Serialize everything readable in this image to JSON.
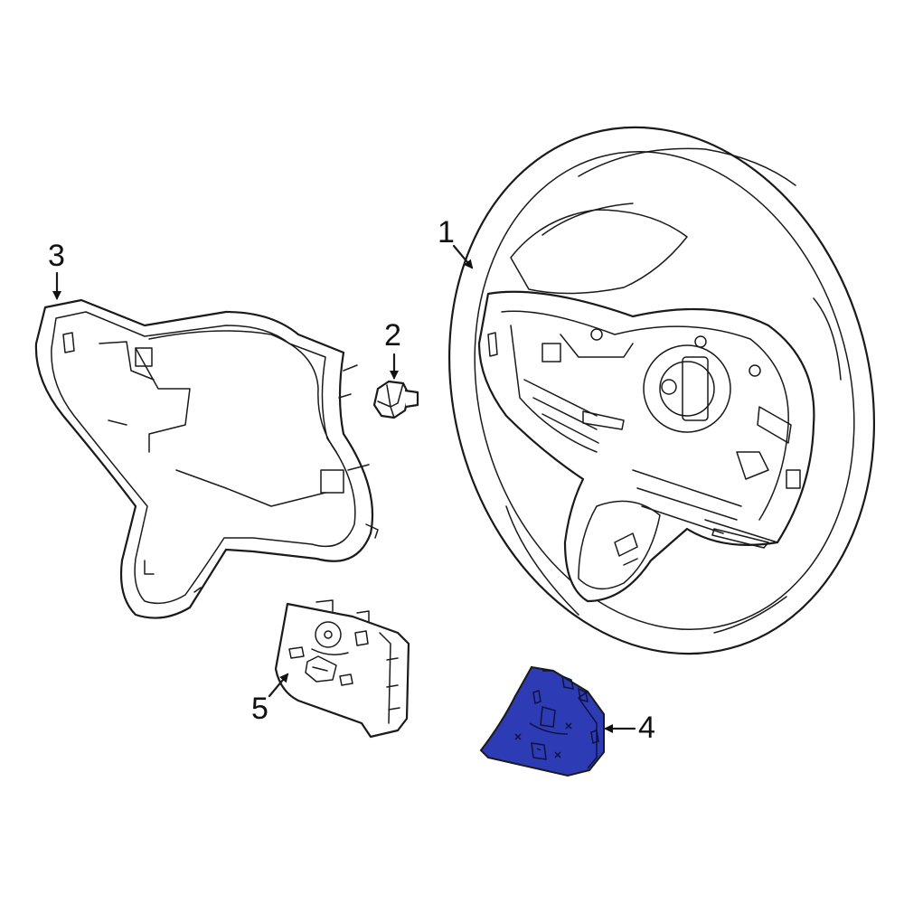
{
  "diagram": {
    "highlight_color": "#2d3cb4",
    "line_color": "#1a1a1a",
    "background": "#ffffff"
  },
  "callouts": {
    "steering_wheel": "1",
    "bolt": "2",
    "back_cover": "3",
    "switch_right": "4",
    "switch_left": "5"
  }
}
